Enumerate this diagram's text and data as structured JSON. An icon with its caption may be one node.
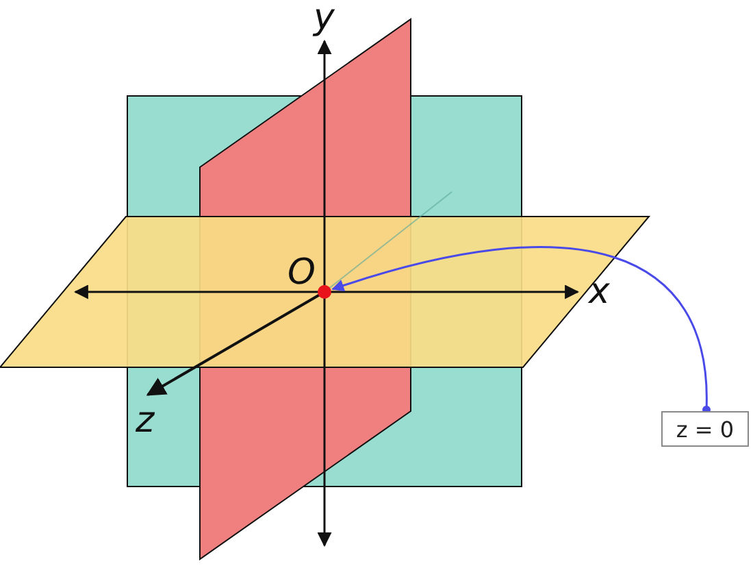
{
  "diagram": {
    "nodes": [
      {
        "text": [
          "z = 0"
        ]
      },
      {
        "text": [],
        "shape": "circle"
      }
    ],
    "edges": [
      {
        "from": 0,
        "to": 1,
        "arrow": "to",
        "color": "#4a4ae8"
      }
    ],
    "labels": [
      "y",
      "O",
      "x",
      "z"
    ]
  }
}
